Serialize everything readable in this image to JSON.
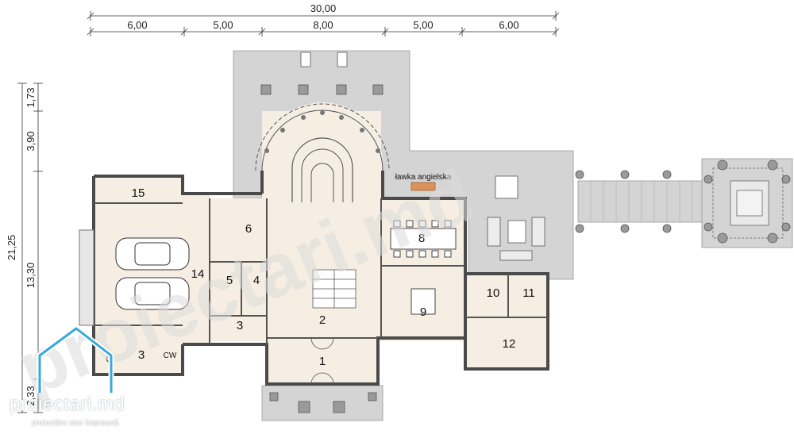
{
  "dimensions": {
    "total_width": "30,00",
    "segments_top": [
      "6,00",
      "5,00",
      "8,00",
      "5,00",
      "6,00"
    ],
    "total_depth": "21,25",
    "segments_left": [
      "1,73",
      "3,90",
      "13,30",
      "2,33"
    ]
  },
  "rooms": [
    "1",
    "2",
    "3",
    "3",
    "4",
    "5",
    "6",
    "8",
    "9",
    "10",
    "11",
    "12",
    "14",
    "15"
  ],
  "labels": {
    "bench": "ławka angielska",
    "cw": "CW",
    "c": "C"
  },
  "watermark": "proiectari.md",
  "logo": {
    "name": "proiectari.md",
    "tagline": "proiectăm vise împreună"
  },
  "colors": {
    "interior": "#f6eee2",
    "terrace": "#d3d3d3",
    "wall": "#4a4a4a",
    "brand": "#3aa8d8"
  }
}
